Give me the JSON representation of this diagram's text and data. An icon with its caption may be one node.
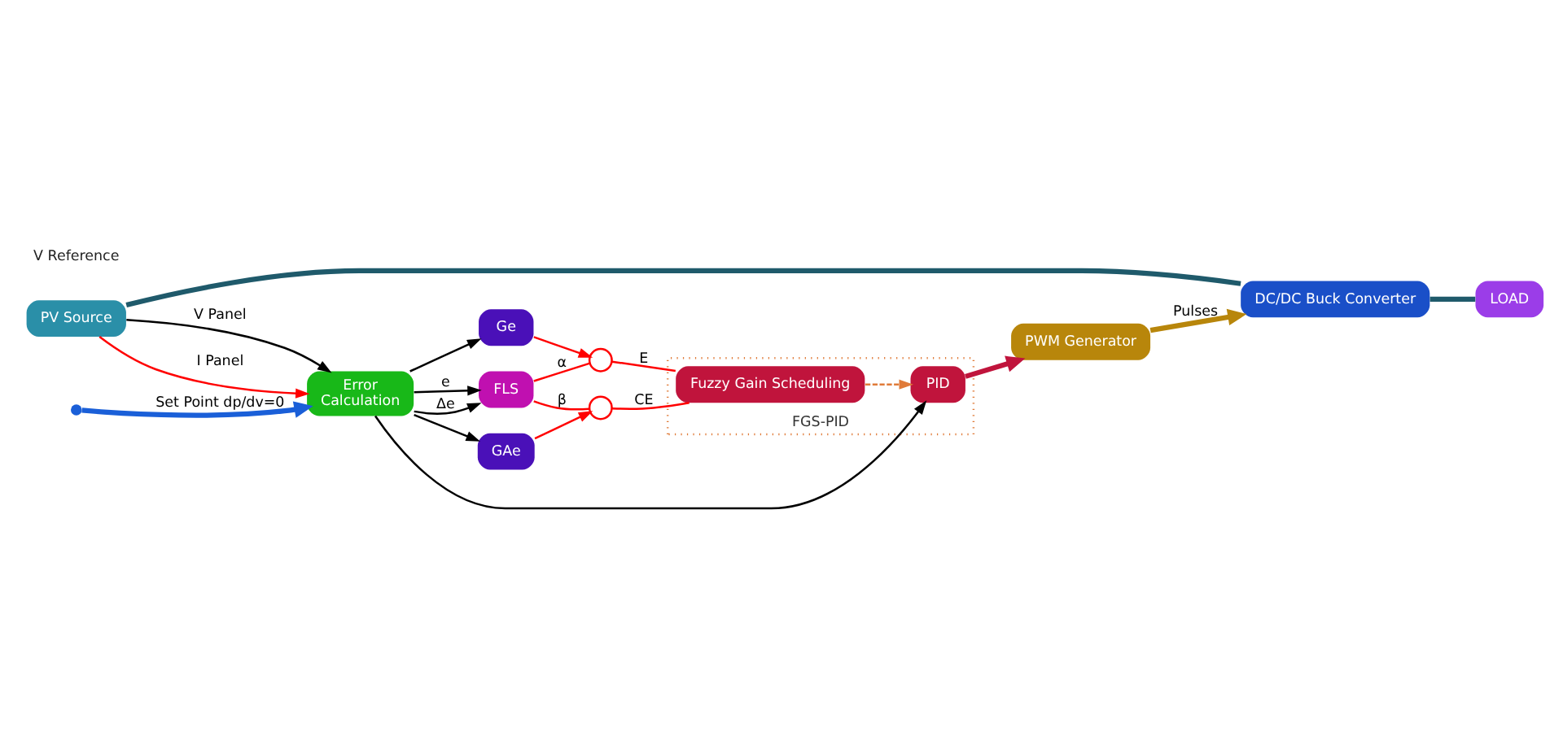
{
  "diagram": {
    "nodes": [
      {
        "text": [
          "PV Source"
        ]
      },
      {
        "text": [
          "DC/DC Buck Converter"
        ]
      },
      {
        "text": [
          "LOAD"
        ]
      },
      {
        "text": [
          "Error",
          "Calculation"
        ]
      },
      {
        "text": [
          "FGS-PID"
        ]
      },
      {
        "text": [
          "PID"
        ],
        "in": 4
      },
      {
        "text": [
          "Fuzzy Gain Scheduling"
        ],
        "in": 4
      },
      {
        "text": [
          "PWM Generator"
        ]
      },
      {
        "text": [
          "Ge"
        ]
      },
      {
        "text": [
          "FLS"
        ]
      },
      {
        "text": [
          "GAe"
        ]
      },
      {
        "text": [],
        "shape": "circle"
      },
      {
        "text": [],
        "shape": "circle"
      }
    ],
    "edges": [
      {
        "from": 0,
        "to": 1,
        "arrow": "none",
        "style": "thick",
        "color": "#1f5a6b"
      },
      {
        "from": 1,
        "to": 2,
        "arrow": "none",
        "style": "thick",
        "color": "#1f5a6b"
      },
      {
        "from": 0,
        "to": 3,
        "arrow": "to",
        "label": "V Panel",
        "color": "#000000"
      },
      {
        "from": 0,
        "to": 3,
        "arrow": "to",
        "label": "I Panel",
        "color": "#ff0000"
      },
      {
        "from": null,
        "to": 3,
        "arrow": "to",
        "label": "Set Point dp/dv=0",
        "style": "thick",
        "color": "#1a5fd8"
      },
      {
        "from": 3,
        "to": 5,
        "arrow": "to",
        "color": "#000000"
      },
      {
        "from": 3,
        "to": 8,
        "arrow": "to",
        "color": "#000000"
      },
      {
        "from": 3,
        "to": 9,
        "arrow": "to",
        "label": "e",
        "color": "#000000"
      },
      {
        "from": 3,
        "to": 9,
        "arrow": "to",
        "label": "Δe",
        "color": "#000000"
      },
      {
        "from": 3,
        "to": 10,
        "arrow": "to",
        "color": "#000000"
      },
      {
        "from": 8,
        "to": 11,
        "arrow": "to",
        "color": "#ff0000"
      },
      {
        "from": 10,
        "to": 12,
        "arrow": "to",
        "color": "#ff0000"
      },
      {
        "from": 9,
        "to": 11,
        "arrow": "none",
        "label": "α",
        "color": "#ff0000"
      },
      {
        "from": 9,
        "to": 12,
        "arrow": "none",
        "label": "β",
        "color": "#ff0000"
      },
      {
        "from": 11,
        "to": 6,
        "arrow": "none",
        "label": "E",
        "color": "#ff0000"
      },
      {
        "from": 12,
        "to": 6,
        "arrow": "none",
        "label": "CE",
        "color": "#ff0000"
      },
      {
        "from": 6,
        "to": 4,
        "arrow": "to",
        "style": "dashed",
        "color": "#e07b39"
      },
      {
        "from": 5,
        "to": 7,
        "arrow": "to",
        "style": "thick",
        "color": "#c0143c"
      },
      {
        "from": 7,
        "to": 1,
        "arrow": "to",
        "label": "Pulses",
        "style": "thick",
        "color": "#b8860b"
      }
    ],
    "labels": [
      "V Reference"
    ]
  }
}
